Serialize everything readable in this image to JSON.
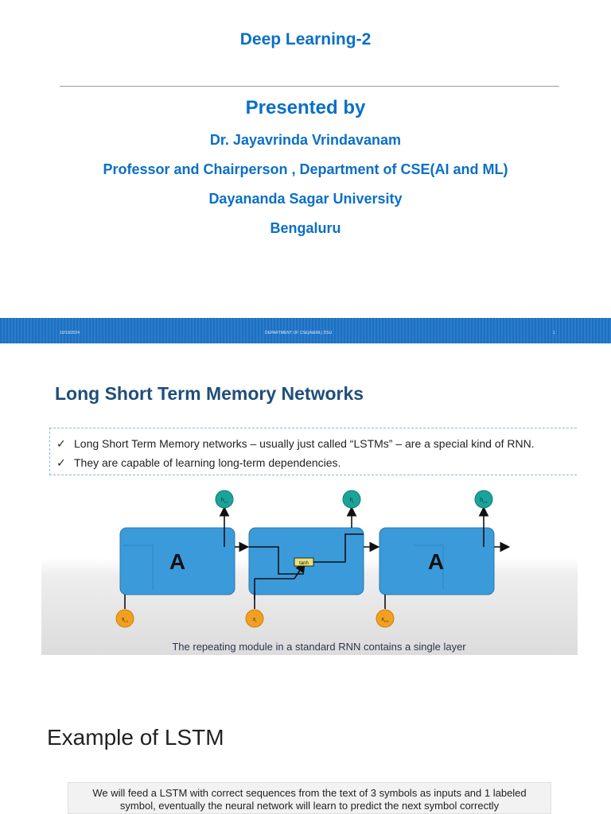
{
  "slide1": {
    "title": "Deep Learning-2",
    "presented_by": "Presented by",
    "name": "Dr. Jayavrinda Vrindavanam",
    "role": "Professor and Chairperson , Department of CSE(AI and ML)",
    "university": "Dayananda Sagar University",
    "city": "Bengaluru",
    "footer": {
      "date": "10/19/2024",
      "department": "DEPARTMENT OF CSE(AI&ML) DSU",
      "page": "1"
    },
    "accent_color": "#0b6fc6"
  },
  "slide2": {
    "title": "Long Short Term Memory Networks",
    "check": "✓",
    "bullets": [
      "Long Short Term Memory networks – usually just called “LSTMs” – are a special kind of RNN.",
      "They are capable of learning long-term dependencies."
    ],
    "diagram": {
      "cell_label_left": "A",
      "cell_label_right": "A",
      "activation_label": "tanh",
      "inputs": [
        "x",
        "x",
        "x"
      ],
      "input_subscripts": [
        "t-1",
        "t",
        "t+1"
      ],
      "outputs": [
        "h",
        "h",
        "h"
      ],
      "output_subscripts": [
        "t-1",
        "t",
        "t+1"
      ],
      "caption": "The repeating module in a standard RNN contains a single layer",
      "cell_color": "#3b9ad9",
      "output_node_color": "#1aa39a",
      "input_node_color": "#f2a020"
    }
  },
  "slide3": {
    "title": "Example of LSTM",
    "box_line1": "We will feed a LSTM with correct sequences from the text of 3 symbols as inputs and 1 labeled",
    "box_line2": "symbol, eventually the neural network will learn to predict the next symbol correctly"
  }
}
